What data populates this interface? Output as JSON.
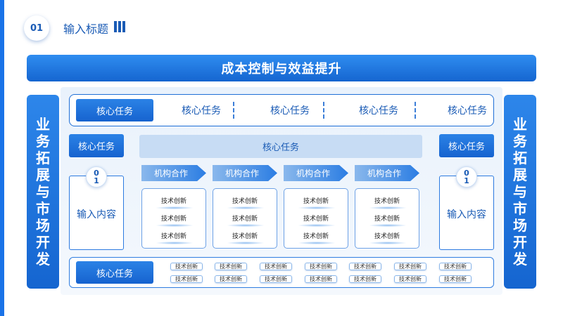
{
  "header": {
    "number": "01",
    "title": "输入标题"
  },
  "banner": {
    "title": "成本控制与效益提升"
  },
  "side": {
    "left_text": "业务拓展与市场开发",
    "right_text": "业务拓展与市场开发"
  },
  "task_row": {
    "active_label": "核心任务",
    "items": [
      "核心任务",
      "核心任务",
      "核心任务",
      "核心任务"
    ]
  },
  "middle": {
    "left_button": "核心任务",
    "right_button": "核心任务",
    "center_title": "核心任务",
    "left_box": {
      "number_line1": "0",
      "number_line2": "1",
      "label": "输入内容"
    },
    "right_box": {
      "number_line1": "0",
      "number_line2": "1",
      "label": "输入内容"
    },
    "arrows": [
      "机构合作",
      "机构合作",
      "机构合作",
      "机构合作"
    ],
    "cards": [
      [
        "技术创新",
        "技术创新",
        "技术创新"
      ],
      [
        "技术创新",
        "技术创新",
        "技术创新"
      ],
      [
        "技术创新",
        "技术创新",
        "技术创新"
      ],
      [
        "技术创新",
        "技术创新",
        "技术创新"
      ]
    ]
  },
  "bottom": {
    "active_label": "核心任务",
    "tags_top": [
      "技术创新",
      "技术创新",
      "技术创新",
      "技术创新",
      "技术创新",
      "技术创新",
      "技术创新"
    ],
    "tags_bottom": [
      "技术创新",
      "技术创新",
      "技术创新",
      "技术创新",
      "技术创新",
      "技术创新",
      "技术创新"
    ]
  },
  "colors": {
    "primary": "#1a73e8",
    "primary_dark": "#1565d0",
    "light_panel": "#c7dcf4"
  }
}
